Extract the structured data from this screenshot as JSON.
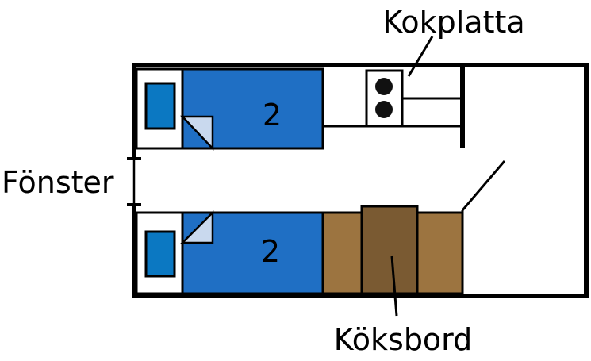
{
  "labels": {
    "stove": "Kokplatta",
    "window": "Fönster",
    "table": "Köksbord"
  },
  "beds": {
    "top_number": "2",
    "bottom_number": "2"
  },
  "colors": {
    "bed": "#1f6fc4",
    "pillow": "#0b78c2",
    "sheet_fold": "#c9d9ee",
    "bench": "#9c7440",
    "table": "#7a5a32",
    "outline": "#000000",
    "background": "#ffffff"
  }
}
